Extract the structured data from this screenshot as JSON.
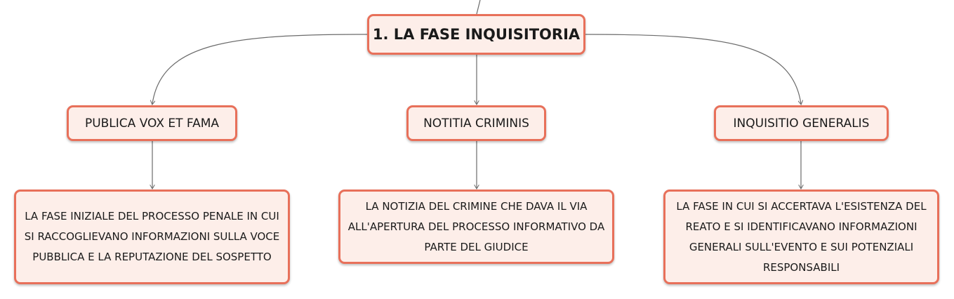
{
  "root": {
    "title": "1. LA FASE INQUISITORIA"
  },
  "branches": [
    {
      "label": "PUBLICA VOX ET FAMA",
      "description": "LA FASE INIZIALE DEL PROCESSO PENALE IN CUI SI RACCOGLIEVANO INFORMAZIONI SULLA VOCE PUBBLICA E LA REPUTAZIONE DEL SOSPETTO"
    },
    {
      "label": "NOTITIA CRIMINIS",
      "description": "LA NOTIZIA DEL CRIMINE CHE DAVA IL VIA ALL'APERTURA DEL PROCESSO INFORMATIVO DA PARTE DEL GIUDICE"
    },
    {
      "label": "INQUISITIO GENERALIS",
      "description": "LA FASE IN CUI SI ACCERTAVA L'ESISTENZA DEL REATO E SI IDENTIFICAVANO INFORMAZIONI GENERALI SULL'EVENTO E SUI POTENZIALI RESPONSABILI"
    }
  ],
  "colors": {
    "node_border": "#e8705a",
    "node_fill": "#fdeee9",
    "connector": "#6b6b6b"
  }
}
